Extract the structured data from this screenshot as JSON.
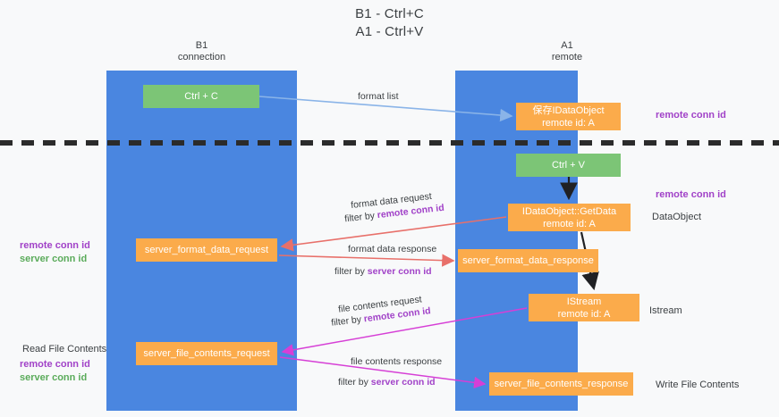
{
  "title": {
    "line1": "B1 - Ctrl+C",
    "line2": "A1 - Ctrl+V"
  },
  "columns": {
    "left": {
      "name": "B1",
      "role": "connection",
      "color": "#4a86e0"
    },
    "right": {
      "name": "A1",
      "role": "remote",
      "color": "#4a86e0"
    }
  },
  "colors": {
    "lane": "#4a86e0",
    "green_box": "#7cc576",
    "orange_box": "#fbab4b",
    "purple_text": "#a142c8",
    "green_text": "#5aab5a",
    "blue_arrow": "#8ab4e8",
    "red_arrow": "#e8706a",
    "magenta_arrow": "#d63fd6",
    "black_arrow": "#202124",
    "background": "#f8f9fa"
  },
  "boxes": {
    "ctrl_c": {
      "label": "Ctrl + C",
      "kind": "green"
    },
    "ctrl_v": {
      "label": "Ctrl + V",
      "kind": "green"
    },
    "idataobject": {
      "line1": "保存IDataObject",
      "line2": "remote id: A",
      "kind": "orange"
    },
    "getdata": {
      "line1": "IDataObject::GetData",
      "line2": "remote id: A",
      "kind": "orange"
    },
    "server_format_data_request": {
      "label": "server_format_data_request",
      "kind": "orange"
    },
    "server_format_data_response": {
      "label": "server_format_data_response",
      "kind": "orange"
    },
    "istream": {
      "line1": "IStream",
      "line2": "remote id: A",
      "kind": "orange"
    },
    "server_file_contents_request": {
      "label": "server_file_contents_request",
      "kind": "orange"
    },
    "server_file_contents_response": {
      "label": "server_file_contents_response",
      "kind": "orange"
    }
  },
  "edge_labels": {
    "format_list": "format list",
    "format_data_request": "format data request",
    "format_data_request_filter_prefix": "filter by ",
    "format_data_request_filter_key": "remote conn id",
    "format_data_response": "format data response",
    "format_data_response_filter_prefix": "filter by ",
    "format_data_response_filter_key": "server conn id",
    "file_contents_request": "file contents request",
    "file_contents_request_filter_prefix": "filter by ",
    "file_contents_request_filter_key": "remote conn id",
    "file_contents_response": "file contents response",
    "file_contents_response_filter_prefix": "filter by ",
    "file_contents_response_filter_key": "server conn id"
  },
  "right_labels": {
    "remote_conn_id_top": "remote conn id",
    "remote_conn_id_mid": "remote conn id",
    "dataobject": "DataObject",
    "istream": "Istream",
    "write_file_contents": "Write File Contents"
  },
  "left_labels": {
    "remote_conn_id_1": "remote conn id",
    "server_conn_id_1": "server conn id",
    "read_file_contents": "Read File Contents",
    "remote_conn_id_2": "remote conn id",
    "server_conn_id_2": "server conn id"
  }
}
